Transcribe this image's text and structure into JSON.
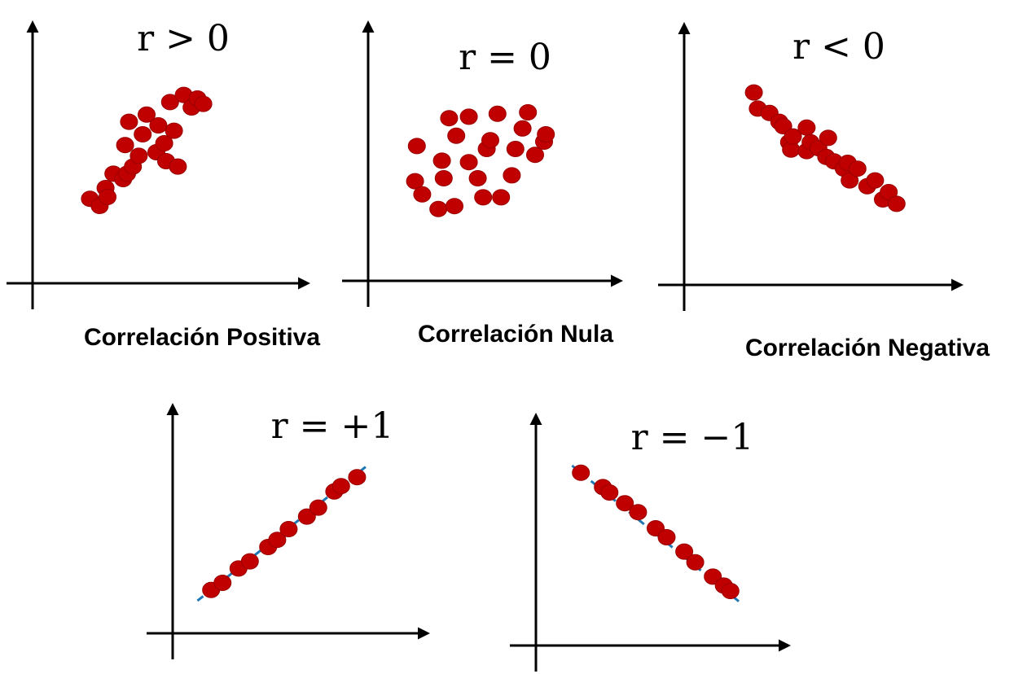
{
  "colors": {
    "point": "#c00000",
    "fit_line": "#1f77b4",
    "axis": "#000000"
  },
  "chart_data": [
    {
      "type": "scatter",
      "title": "r > 0",
      "caption": "Correlación Positiva",
      "xlim": [
        0,
        10
      ],
      "ylim": [
        0,
        10
      ],
      "points": [
        [
          2.1,
          3.9
        ],
        [
          2.6,
          3.5
        ],
        [
          2.9,
          4.5
        ],
        [
          3.3,
          5.3
        ],
        [
          3.8,
          5.0
        ],
        [
          4.0,
          5.3
        ],
        [
          3.9,
          6.9
        ],
        [
          4.1,
          8.2
        ],
        [
          4.3,
          5.7
        ],
        [
          4.6,
          6.3
        ],
        [
          4.8,
          7.5
        ],
        [
          5.0,
          8.6
        ],
        [
          5.5,
          6.5
        ],
        [
          5.6,
          8.0
        ],
        [
          5.9,
          7.0
        ],
        [
          6.0,
          6.0
        ],
        [
          6.2,
          9.3
        ],
        [
          6.4,
          7.7
        ],
        [
          6.9,
          9.7
        ],
        [
          6.6,
          5.7
        ],
        [
          7.3,
          9.0
        ],
        [
          7.6,
          9.5
        ],
        [
          7.9,
          9.2
        ],
        [
          3.0,
          4.0
        ]
      ]
    },
    {
      "type": "scatter",
      "title": "r = 0",
      "caption": "Correlación Nula",
      "xlim": [
        0,
        10
      ],
      "ylim": [
        0,
        10
      ],
      "points": [
        [
          1.8,
          4.3
        ],
        [
          1.9,
          6.7
        ],
        [
          2.2,
          3.4
        ],
        [
          3.1,
          2.4
        ],
        [
          3.3,
          5.7
        ],
        [
          3.4,
          4.5
        ],
        [
          3.7,
          8.6
        ],
        [
          4.0,
          2.6
        ],
        [
          4.1,
          7.4
        ],
        [
          4.8,
          5.6
        ],
        [
          4.8,
          8.7
        ],
        [
          5.3,
          4.5
        ],
        [
          5.6,
          3.2
        ],
        [
          5.8,
          6.5
        ],
        [
          6.0,
          7.1
        ],
        [
          6.4,
          8.9
        ],
        [
          6.6,
          3.2
        ],
        [
          7.2,
          4.7
        ],
        [
          7.4,
          6.5
        ],
        [
          7.8,
          7.9
        ],
        [
          8.1,
          9.0
        ],
        [
          8.5,
          6.1
        ],
        [
          9.0,
          7.0
        ],
        [
          9.1,
          7.5
        ]
      ]
    },
    {
      "type": "scatter",
      "title": "r < 0",
      "caption": "Correlación Negativa",
      "xlim": [
        0,
        10
      ],
      "ylim": [
        0,
        10
      ],
      "points": [
        [
          1.9,
          9.8
        ],
        [
          2.1,
          8.7
        ],
        [
          2.7,
          8.4
        ],
        [
          3.2,
          7.8
        ],
        [
          3.4,
          7.5
        ],
        [
          3.7,
          6.4
        ],
        [
          3.8,
          5.9
        ],
        [
          3.9,
          6.8
        ],
        [
          4.6,
          5.8
        ],
        [
          4.6,
          7.4
        ],
        [
          4.8,
          6.4
        ],
        [
          5.2,
          6.0
        ],
        [
          5.6,
          5.4
        ],
        [
          5.7,
          6.7
        ],
        [
          6.0,
          5.1
        ],
        [
          6.5,
          4.6
        ],
        [
          6.7,
          5.0
        ],
        [
          6.8,
          3.8
        ],
        [
          7.2,
          4.6
        ],
        [
          7.7,
          3.4
        ],
        [
          8.1,
          3.8
        ],
        [
          8.5,
          2.5
        ],
        [
          8.8,
          3.0
        ],
        [
          9.2,
          2.2
        ]
      ]
    },
    {
      "type": "scatter",
      "title": "r = +1",
      "caption": "",
      "xlim": [
        0,
        10
      ],
      "ylim": [
        0,
        10
      ],
      "fit_line": [
        [
          0.8,
          1.0
        ],
        [
          8.2,
          8.5
        ]
      ],
      "points": [
        [
          1.4,
          1.6
        ],
        [
          1.9,
          2.0
        ],
        [
          2.6,
          2.8
        ],
        [
          3.1,
          3.2
        ],
        [
          3.9,
          4.0
        ],
        [
          4.3,
          4.4
        ],
        [
          4.8,
          5.0
        ],
        [
          5.6,
          5.7
        ],
        [
          6.1,
          6.2
        ],
        [
          6.8,
          7.1
        ],
        [
          7.1,
          7.4
        ],
        [
          7.8,
          7.9
        ]
      ]
    },
    {
      "type": "scatter",
      "title": "r = −1",
      "caption": "",
      "xlim": [
        0,
        10
      ],
      "ylim": [
        0,
        10
      ],
      "fit_line": [
        [
          1.2,
          9.0
        ],
        [
          8.8,
          1.4
        ]
      ],
      "points": [
        [
          1.6,
          8.6
        ],
        [
          2.6,
          7.8
        ],
        [
          2.9,
          7.5
        ],
        [
          3.6,
          6.9
        ],
        [
          4.2,
          6.4
        ],
        [
          5.0,
          5.5
        ],
        [
          5.5,
          5.0
        ],
        [
          6.3,
          4.2
        ],
        [
          6.8,
          3.6
        ],
        [
          7.6,
          2.8
        ],
        [
          8.1,
          2.3
        ],
        [
          8.4,
          2.0
        ]
      ]
    }
  ]
}
